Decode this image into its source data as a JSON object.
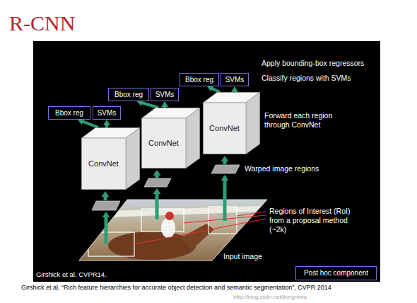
{
  "diagram": {
    "title": "R-CNN",
    "caption": "Girshick et al, “Rich feature hierarchies for accurate object detection and semantic segmentation”, CVPR 2014",
    "nodes": [
      {
        "text": [
          "Bbox reg"
        ]
      },
      {
        "text": [
          "SVMs"
        ]
      },
      {
        "text": [
          "Bbox reg"
        ]
      },
      {
        "text": [
          "SVMs"
        ]
      },
      {
        "text": [
          "Bbox reg"
        ]
      },
      {
        "text": [
          "SVMs"
        ]
      },
      {
        "text": [
          "ConvNet"
        ]
      },
      {
        "text": [
          "ConvNet"
        ]
      },
      {
        "text": [
          "ConvNet"
        ]
      },
      {
        "text": [
          "Post hoc component"
        ]
      }
    ],
    "edges": [
      {
        "from": 6,
        "to": 0,
        "arrow": "to"
      },
      {
        "from": 6,
        "to": 1,
        "arrow": "to"
      },
      {
        "from": 7,
        "to": 2,
        "arrow": "to"
      },
      {
        "from": 7,
        "to": 3,
        "arrow": "to"
      },
      {
        "from": 8,
        "to": 4,
        "arrow": "to"
      },
      {
        "from": 8,
        "to": 5,
        "arrow": "to"
      }
    ],
    "labels": [
      "Apply bounding-box regressors",
      "Classify regions with SVMs",
      "Forward each region through ConvNet",
      "Warped image regions",
      "Regions of Interest (RoI) from a proposal method (~2k)",
      "Input image",
      "Girshick et al. CVPR14.",
      "http://blog.csdn.net/jiongnima"
    ]
  }
}
